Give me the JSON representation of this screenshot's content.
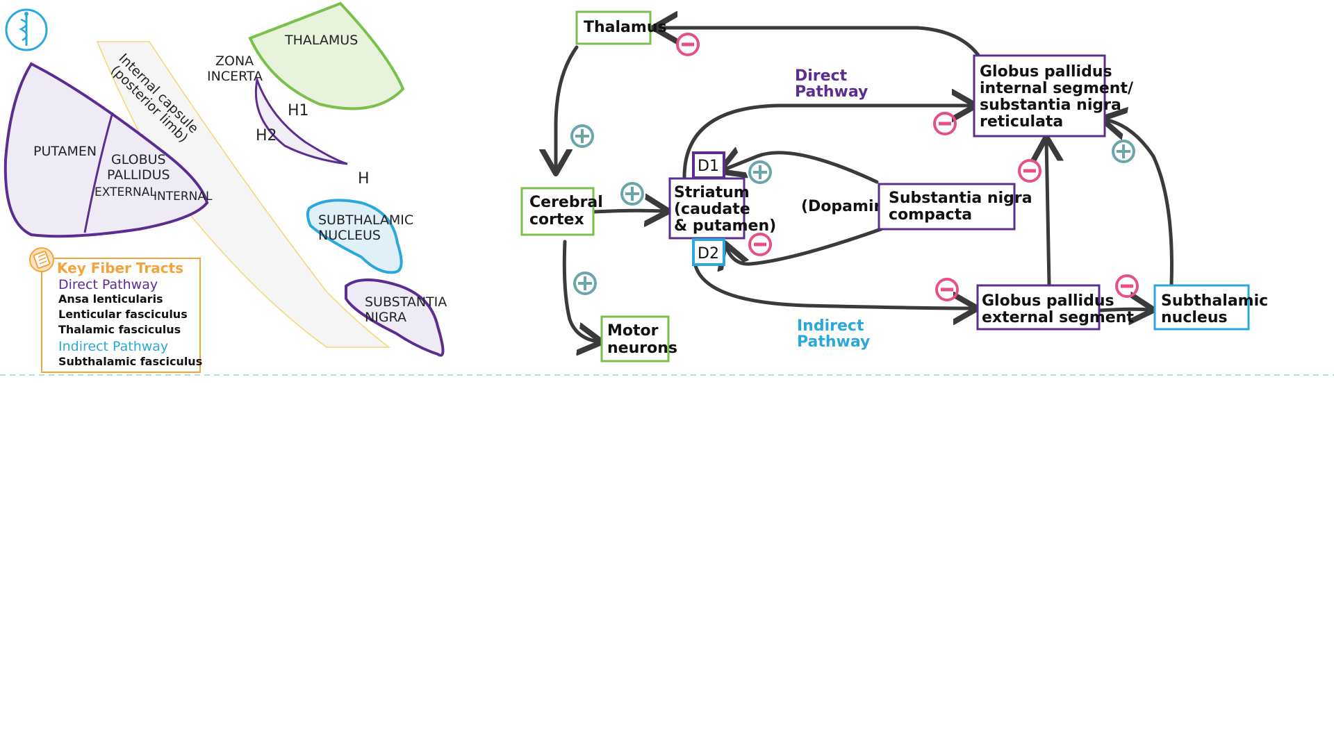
{
  "colors": {
    "direct": "#5b2d91",
    "indirect": "#2aa8dc",
    "excite": "#6aa5aa",
    "inhibit": "#e8517f",
    "box_green": "#7ac04d",
    "key_orange": "#f3a33a",
    "arrow": "#3a3a3a"
  },
  "logo": {
    "icon": "caduceus-icon"
  },
  "anatomy": {
    "thalamus": "THALAMUS",
    "zona_incerta_1": "ZONA",
    "zona_incerta_2": "INCERTA",
    "internal_capsule_1": "Internal capsule",
    "internal_capsule_2": "(posterior limb)",
    "putamen": "PUTAMEN",
    "globus_1": "GLOBUS",
    "globus_2": "PALLIDUS",
    "external": "EXTERNAL",
    "internal": "INTERNAL",
    "h1": "H1",
    "h2": "H2",
    "h": "H",
    "subthalamic_1": "SUBTHALAMIC",
    "subthalamic_2": "NUCLEUS",
    "substantia_1": "SUBSTANTIA",
    "substantia_2": "NIGRA"
  },
  "key": {
    "icon": "notepad-icon",
    "title": "Key Fiber Tracts",
    "direct_heading": "Direct Pathway",
    "direct_items": [
      "Ansa lenticularis",
      "Lenticular fasciculus",
      "Thalamic fasciculus"
    ],
    "indirect_heading": "Indirect Pathway",
    "indirect_items": [
      "Subthalamic fasciculus"
    ]
  },
  "flowchart": {
    "thalamus": "Thalamus",
    "cortex_1": "Cerebral",
    "cortex_2": "cortex",
    "motor_1": "Motor",
    "motor_2": "neurons",
    "striatum_1": "Striatum",
    "striatum_2": "(caudate",
    "striatum_3": "& putamen)",
    "d1": "D1",
    "d2": "D2",
    "dopamine": "(Dopamine)",
    "snc_1": "Substantia nigra",
    "snc_2": "compacta",
    "gpi_1": "Globus pallidus",
    "gpi_2": "internal segment/",
    "gpi_3": "substantia nigra",
    "gpi_4": "reticulata",
    "gpe_1": "Globus pallidus",
    "gpe_2": "external segment",
    "stn_1": "Subthalamic",
    "stn_2": "nucleus",
    "direct_1": "Direct",
    "direct_2": "Pathway",
    "indirect_1": "Indirect",
    "indirect_2": "Pathway"
  }
}
